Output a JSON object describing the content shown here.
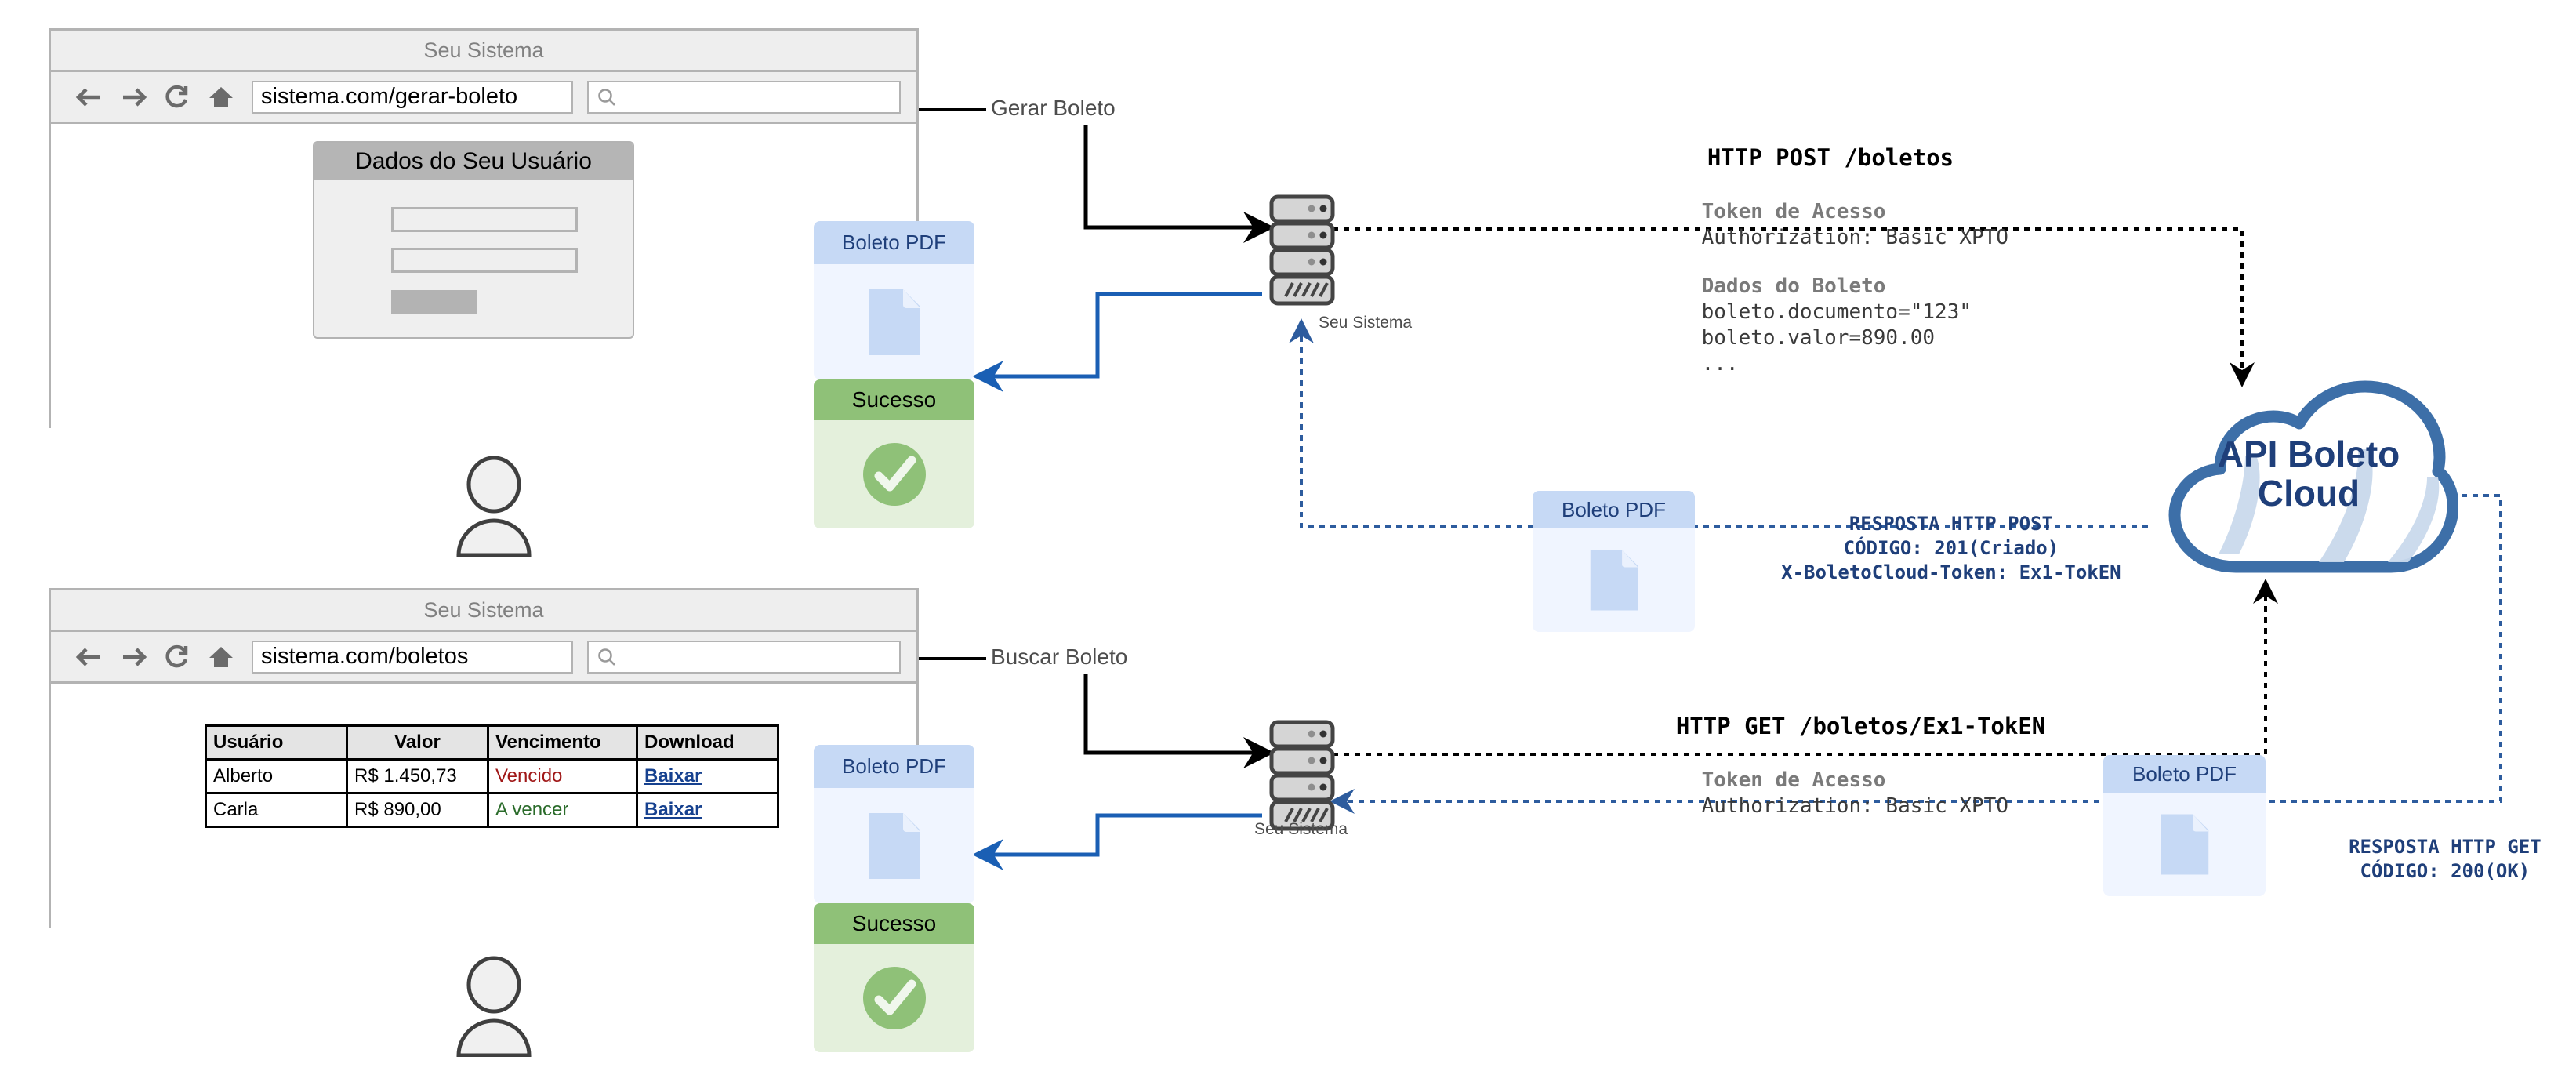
{
  "browsers": [
    {
      "title": "Seu Sistema",
      "url": "sistema.com/gerar-boleto",
      "search_placeholder": "",
      "nav": {
        "back": "back-arrow",
        "forward": "forward-arrow",
        "reload": "reload",
        "home": "home"
      },
      "form": {
        "title": "Dados do Seu Usuário"
      },
      "callout": "Gerar Boleto"
    },
    {
      "title": "Seu Sistema",
      "url": "sistema.com/boletos",
      "search_placeholder": "",
      "callout": "Buscar Boleto",
      "table": {
        "headers": [
          "Usuário",
          "Valor",
          "Vencimento",
          "Download"
        ],
        "rows": [
          {
            "usuario": "Alberto",
            "valor": "R$ 1.450,73",
            "vencimento": "Vencido",
            "status": "overdue",
            "download": "Baixar"
          },
          {
            "usuario": "Carla",
            "valor": "R$ 890,00",
            "vencimento": "A vencer",
            "status": "due",
            "download": "Baixar"
          }
        ]
      }
    }
  ],
  "cards": {
    "pdf_label": "Boleto PDF",
    "success_label": "Sucesso"
  },
  "servers": [
    {
      "label": "Seu Sistema"
    },
    {
      "label": "Seu Sistema"
    }
  ],
  "cloud": {
    "line1": "API Boleto",
    "line2": "Cloud"
  },
  "requests": {
    "post": {
      "title": "HTTP POST /boletos",
      "token_heading": "Token de Acesso",
      "token_value": "Authorization: Basic XPTO",
      "data_heading": "Dados do Boleto",
      "data_lines": [
        "boleto.documento=\"123\"",
        "boleto.valor=890.00",
        "..."
      ]
    },
    "get": {
      "title": "HTTP GET /boletos/Ex1-TokEN",
      "token_heading": "Token de Acesso",
      "token_value": "Authorization: Basic XPTO"
    }
  },
  "responses": {
    "post": {
      "line1": "RESPOSTA HTTP POST",
      "line2": "CÓDIGO: 201(Criado)",
      "line3": "X-BoletoCloud-Token: Ex1-TokEN"
    },
    "get": {
      "line1": "RESPOSTA HTTP GET",
      "line2": "CÓDIGO: 200(OK)"
    }
  },
  "colors": {
    "accent_blue": "#1f3f7a",
    "cloud_stroke": "#3d6fa8",
    "pdf_header": "#c6d9f5",
    "pdf_body": "#f0f5ff",
    "success_header": "#8fc178",
    "success_body": "#e4f0dc",
    "overdue": "#a01818",
    "due": "#2a6b2a",
    "link": "#16418f"
  }
}
